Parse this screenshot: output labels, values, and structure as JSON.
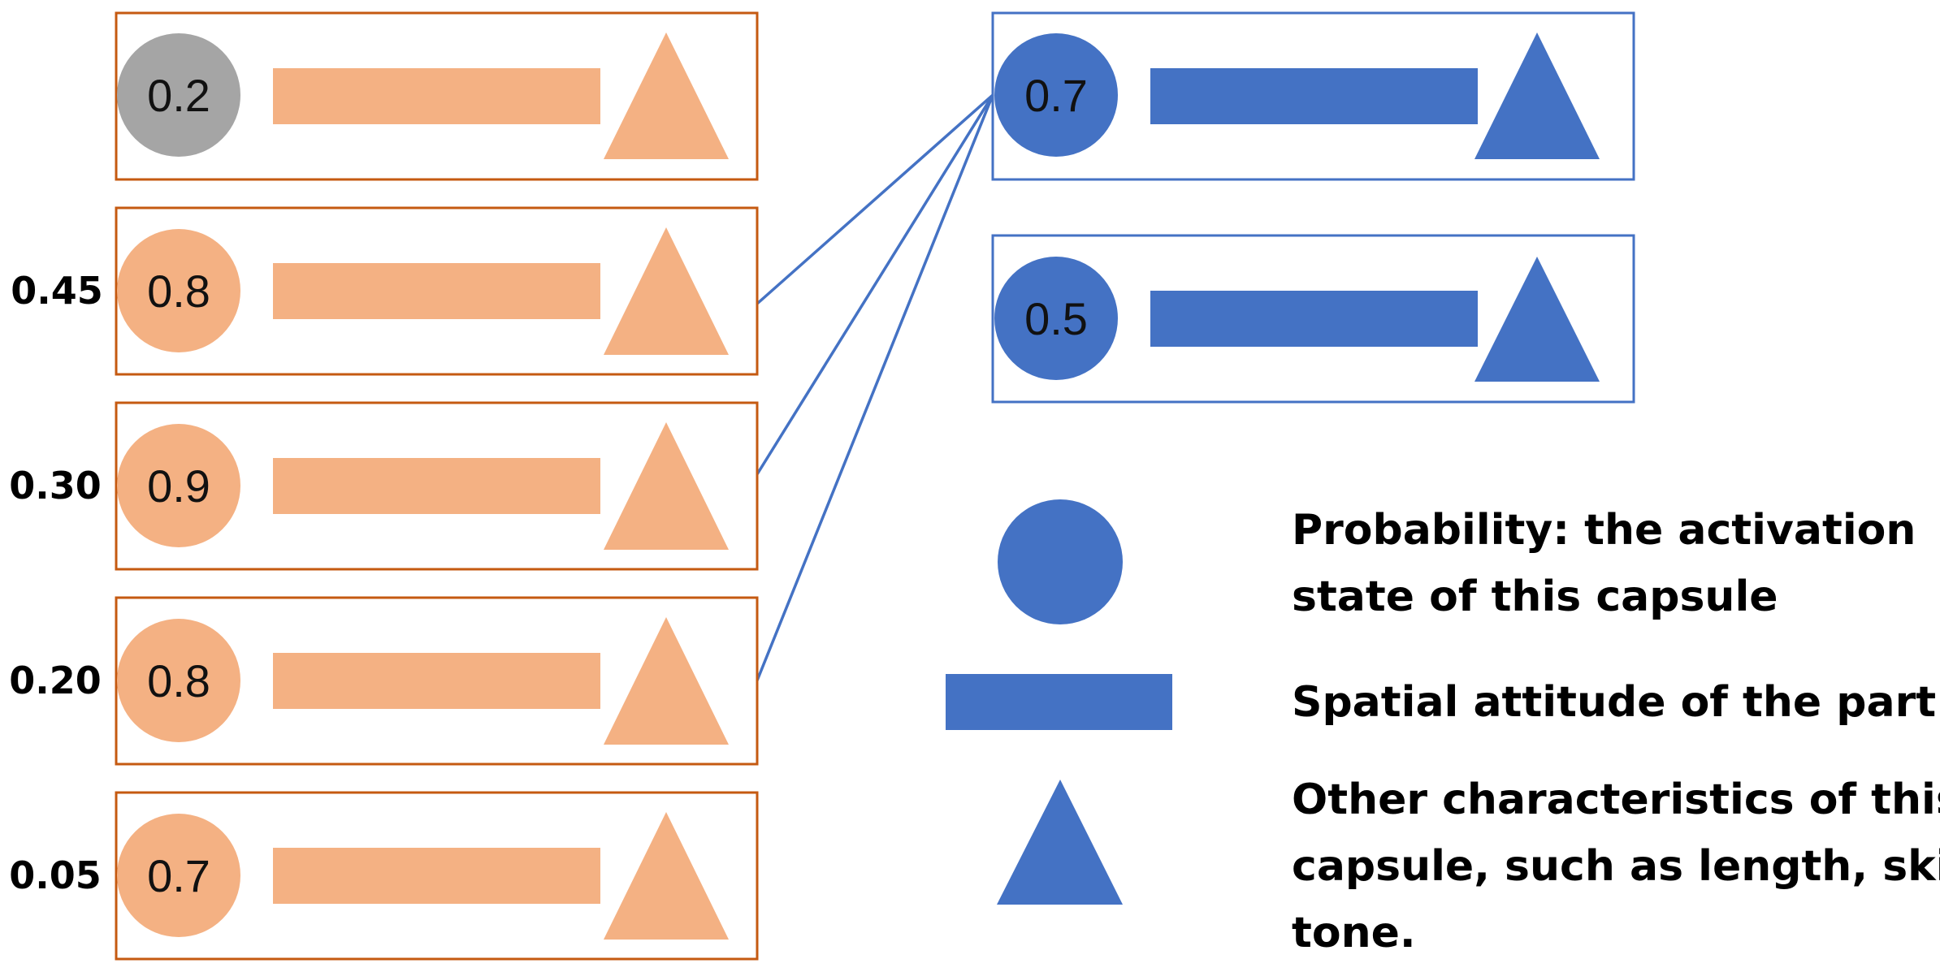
{
  "colors": {
    "orange_border": "#C55A11",
    "orange_fill": "#F4B183",
    "gray_fill": "#A5A5A5",
    "blue": "#4472C4",
    "text": "#000000"
  },
  "lower_capsules": [
    {
      "activation": "0.2",
      "coefficient": "",
      "circle_color": "gray"
    },
    {
      "activation": "0.8",
      "coefficient": "0.45",
      "circle_color": "orange"
    },
    {
      "activation": "0.9",
      "coefficient": "0.30",
      "circle_color": "orange"
    },
    {
      "activation": "0.8",
      "coefficient": "0.20",
      "circle_color": "orange"
    },
    {
      "activation": "0.7",
      "coefficient": "0.05",
      "circle_color": "orange"
    }
  ],
  "upper_capsules": [
    {
      "activation": "0.7"
    },
    {
      "activation": "0.5"
    }
  ],
  "connections": [
    {
      "from_lower": 1,
      "to_upper": 0
    },
    {
      "from_lower": 2,
      "to_upper": 0
    },
    {
      "from_lower": 3,
      "to_upper": 0
    }
  ],
  "legend": {
    "circle_icon": "circle-shape",
    "circle_lines": [
      "Probability: the activation",
      "state of this capsule"
    ],
    "rect_icon": "rectangle-shape",
    "rect_lines": [
      "Spatial attitude of the part."
    ],
    "triangle_icon": "triangle-shape",
    "triangle_lines": [
      "Other characteristics of this",
      "capsule, such as length, skin",
      "tone."
    ]
  }
}
